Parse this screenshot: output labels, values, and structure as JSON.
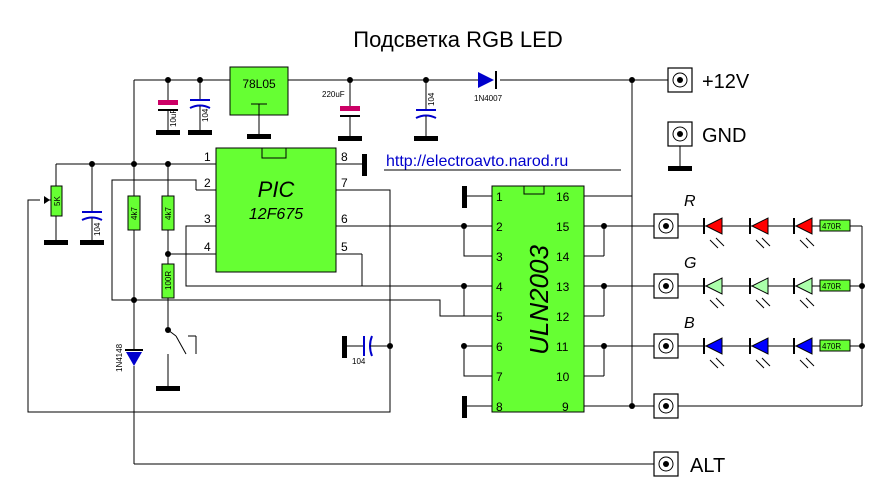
{
  "title": "Подсветка RGB LED",
  "url": "http://electroavto.narod.ru",
  "regulator": {
    "label": "78L05"
  },
  "mcu": {
    "line1": "PIC",
    "line2": "12F675",
    "pins": [
      "1",
      "2",
      "3",
      "4",
      "5",
      "6",
      "7",
      "8"
    ]
  },
  "driver": {
    "label": "ULN2003",
    "pins": [
      "1",
      "2",
      "3",
      "4",
      "5",
      "6",
      "7",
      "8",
      "9",
      "10",
      "11",
      "12",
      "13",
      "14",
      "15",
      "16"
    ]
  },
  "terminals": {
    "plus12v": "+12V",
    "gnd": "GND",
    "alt": "ALT"
  },
  "diode_main": "1N4007",
  "diode_alt": "1N4148",
  "caps": {
    "c1": "10uF",
    "c2": "104",
    "c3": "220uF",
    "c4": "104",
    "c5": "104",
    "c6": "104"
  },
  "resistors": {
    "pot": "5K",
    "r1": "4k7",
    "r2": "4k7",
    "r3": "100R",
    "rr": "470R",
    "rg": "470R",
    "rb": "470R"
  },
  "channels": [
    "R",
    "G",
    "B"
  ],
  "colors": {
    "chip": "#66ff33",
    "cap_electrolytic": "#cc0066",
    "cap_ceramic": "#0000cc",
    "led_r": "#ff0000",
    "led_g": "#aaffaa",
    "led_b": "#0000ff",
    "url": "#0000cc"
  }
}
